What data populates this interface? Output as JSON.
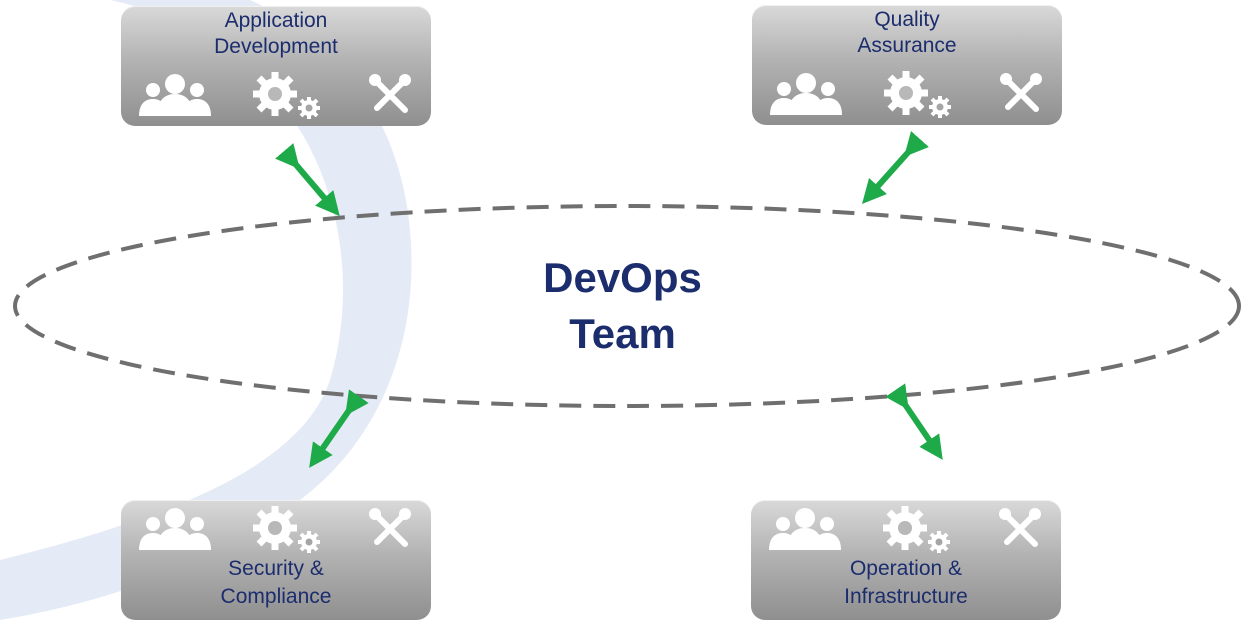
{
  "center": {
    "line1": "DevOps",
    "line2": "Team"
  },
  "boxes": {
    "app_dev": {
      "line1": "Application",
      "line2": "Development"
    },
    "qa": {
      "line1": "Quality",
      "line2": "Assurance"
    },
    "security": {
      "line1": "Security &",
      "line2": "Compliance"
    },
    "operation": {
      "line1": "Operation &",
      "line2": "Infrastructure"
    }
  },
  "icons": [
    "people-icon",
    "gears-icon",
    "tools-icon"
  ],
  "colors": {
    "title_text": "#1c2d6e",
    "arrow": "#1faa4a",
    "dashed_ellipse": "#6f6f6f",
    "box_top": "#d9d9d9",
    "box_bottom": "#8f8f8f",
    "swoosh": "#d9e1f2"
  }
}
